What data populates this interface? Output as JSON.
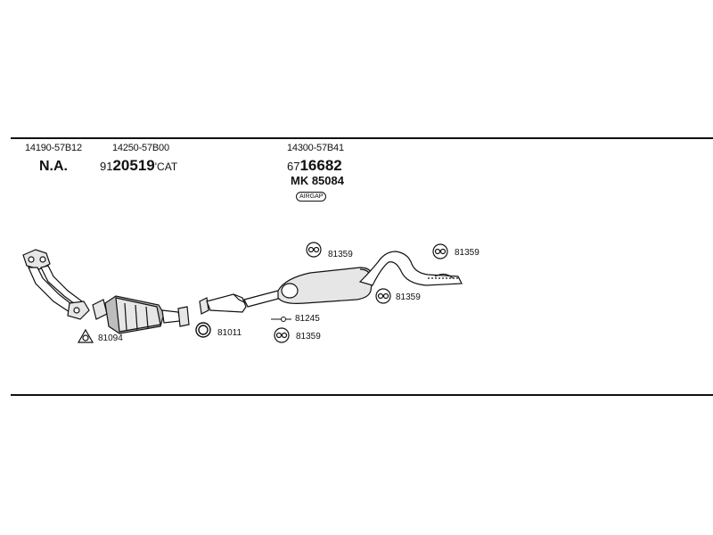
{
  "header_parts": {
    "part1": {
      "number": "14190-57B12",
      "label": "N.A."
    },
    "part2": {
      "number": "14250-57B00",
      "prefix": "91",
      "code": "20519",
      "suffix": "'CAT"
    },
    "part3": {
      "number": "14300-57B41",
      "prefix": "67",
      "code": "16682",
      "mk": "MK 85084",
      "badge": "AIRGAP"
    }
  },
  "callouts": {
    "c_81094": "81094",
    "c_81011": "81011",
    "c_81245": "81245",
    "c_81359_a": "81359",
    "c_81359_b": "81359",
    "c_81359_c": "81359",
    "c_81359_d": "81359"
  },
  "icons": {
    "gasket": "gasket-triangle-icon",
    "ring": "ring-icon",
    "clamp": "clamp-circle-icon",
    "hanger": "rubber-hanger-icon"
  },
  "colors": {
    "line": "#111111",
    "fill_light": "#e6e6e6",
    "fill_mid": "#bdbdbd"
  }
}
